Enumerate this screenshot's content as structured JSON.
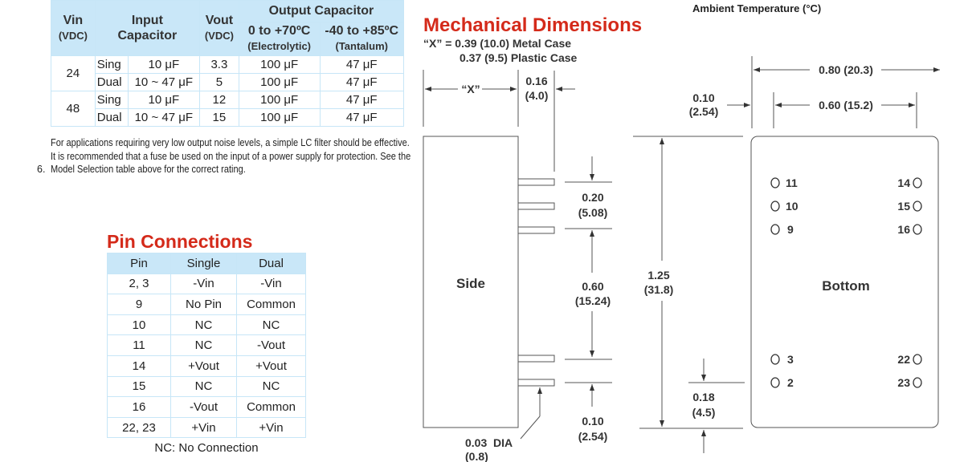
{
  "cap_table": {
    "headers": {
      "vin": "Vin",
      "vin_unit": "(VDC)",
      "input_cap_1": "Input",
      "input_cap_2": "Capacitor",
      "vout": "Vout",
      "vout_unit": "(VDC)",
      "output_cap": "Output Capacitor",
      "col_electro_1": "0 to +70ºC",
      "col_electro_2": "(Electrolytic)",
      "col_tant_1": "-40 to +85ºC",
      "col_tant_2": "(Tantalum)"
    },
    "rows": [
      {
        "vin": "24",
        "type": "Sing",
        "input": "10 μF",
        "vout": "3.3",
        "electro": "100 μF",
        "tant": "47 μF"
      },
      {
        "type": "Dual",
        "input": "10 ~ 47 μF",
        "vout": "5",
        "electro": "100 μF",
        "tant": "47 μF"
      },
      {
        "vin": "48",
        "type": "Sing",
        "input": "10 μF",
        "vout": "12",
        "electro": "100 μF",
        "tant": "47 μF"
      },
      {
        "type": "Dual",
        "input": "10 ~ 47 μF",
        "vout": "15",
        "electro": "100 μF",
        "tant": "47 μF"
      }
    ]
  },
  "notes": {
    "lc_filter": "For applications requiring very low output noise levels, a simple LC filter should be effective.",
    "num": "6.",
    "fuse": "It is recommended that a fuse be used on the input of a power supply for protection. See the Model Selection table above for the correct rating."
  },
  "pin_connections": {
    "title": "Pin Connections",
    "headers": [
      "Pin",
      "Single",
      "Dual"
    ],
    "rows": [
      [
        "2, 3",
        "-Vin",
        "-Vin"
      ],
      [
        "9",
        "No Pin",
        "Common"
      ],
      [
        "10",
        "NC",
        "NC"
      ],
      [
        "11",
        "NC",
        "-Vout"
      ],
      [
        "14",
        "+Vout",
        "+Vout"
      ],
      [
        "15",
        "NC",
        "NC"
      ],
      [
        "16",
        "-Vout",
        "Common"
      ],
      [
        "22, 23",
        "+Vin",
        "+Vin"
      ]
    ],
    "footnote": "NC: No Connection"
  },
  "ambient_label": "Ambient Temperature (°C)",
  "mechanical": {
    "title": "Mechanical Dimensions",
    "x_line1": "“X” = 0.39 (10.0) Metal Case",
    "x_line2": "0.37 (9.5) Plastic Case",
    "x_label": "“X”",
    "d016": [
      "0.16",
      "(4.0)"
    ],
    "d020": [
      "0.20",
      "(5.08)"
    ],
    "d060": [
      "0.60",
      "(15.24)"
    ],
    "d010_side": [
      "0.10",
      "(2.54)"
    ],
    "d003": [
      "0.03  DIA",
      "(0.8)"
    ],
    "d125": [
      "1.25",
      "(31.8)"
    ],
    "d018": [
      "0.18",
      "(4.5)"
    ],
    "d010_top": [
      "0.10",
      "(2.54)"
    ],
    "d080": "0.80 (20.3)",
    "d060_top": "0.60 (15.2)",
    "side_label": "Side",
    "bottom_label": "Bottom",
    "pins_left": [
      "11",
      "10",
      "9",
      "3",
      "2"
    ],
    "pins_right": [
      "14",
      "15",
      "16",
      "22",
      "23"
    ]
  },
  "colors": {
    "accent_red": "#d42a1a",
    "table_header": "#c9e7f8"
  }
}
